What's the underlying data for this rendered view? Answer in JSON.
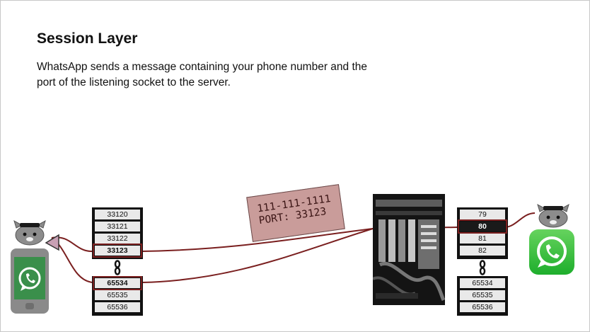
{
  "slide": {
    "title": "Session Layer",
    "body": "WhatsApp sends a message containing your phone number and the port of the listening socket to the server."
  },
  "client_ports": {
    "top": [
      "33120",
      "33121",
      "33122",
      "33123"
    ],
    "bottom": [
      "65534",
      "65535",
      "65536"
    ],
    "highlighted": [
      "33123",
      "65534"
    ]
  },
  "server_ports": {
    "top": [
      "79",
      "80",
      "81",
      "82"
    ],
    "bottom": [
      "65534",
      "65535",
      "65536"
    ],
    "highlighted": [
      "80"
    ]
  },
  "message_note": {
    "line1": "111-111-1111",
    "line2": "PORT: 33123"
  },
  "colors": {
    "connection_line": "#7a1f1f",
    "note_fill": "#c99c9a",
    "whatsapp_green": "#25d366"
  }
}
